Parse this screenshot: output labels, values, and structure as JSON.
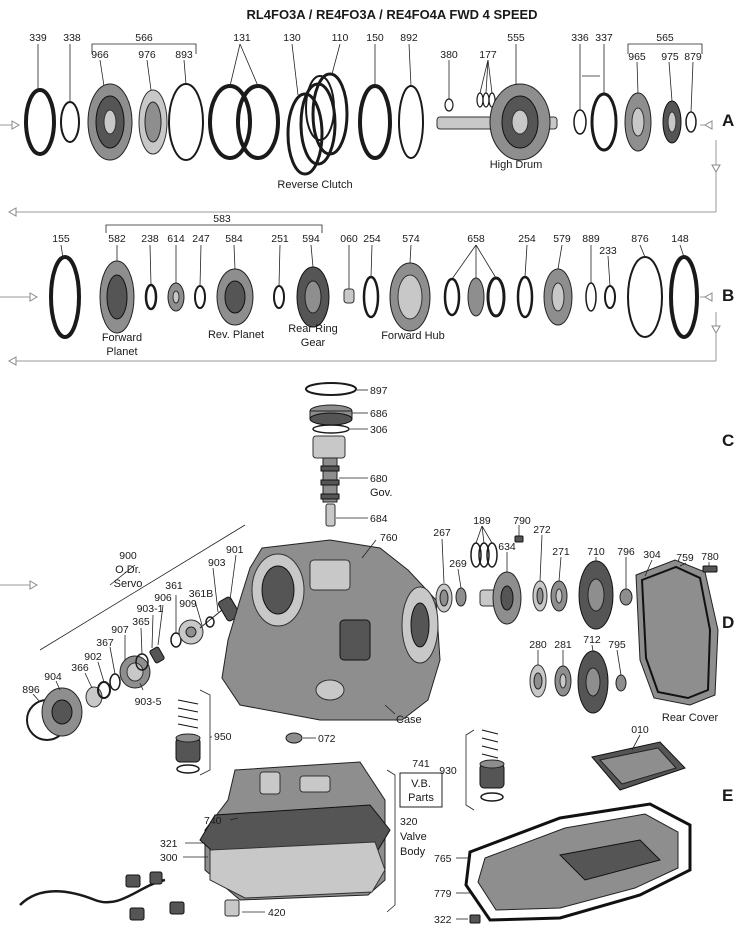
{
  "title": "RL4FO3A / RE4FO3A / RE4FO4A  FWD  4  SPEED",
  "sections": [
    "A",
    "B",
    "C",
    "D",
    "E"
  ],
  "row_a": {
    "numbers": [
      "339",
      "338",
      "566",
      "966",
      "976",
      "893",
      "131",
      "130",
      "110",
      "150",
      "892",
      "380",
      "177",
      "555",
      "336",
      "337",
      "565",
      "965",
      "975",
      "879"
    ],
    "captions": [
      "Reverse Clutch",
      "High Drum"
    ]
  },
  "row_b": {
    "numbers": [
      "583",
      "155",
      "582",
      "238",
      "614",
      "247",
      "584",
      "251",
      "594",
      "060",
      "254",
      "574",
      "658",
      "254",
      "579",
      "889",
      "233",
      "876",
      "148"
    ],
    "captions": [
      "Forward",
      "Planet",
      "Rev. Planet",
      "Rear Ring",
      "Gear",
      "Forward  Hub"
    ]
  },
  "section_c": {
    "numbers": [
      "897",
      "686",
      "306",
      "680",
      "684"
    ],
    "captions": [
      "Gov."
    ]
  },
  "section_d": {
    "numbers": [
      "900",
      "901",
      "903",
      "361",
      "361B",
      "906",
      "909",
      "903-1",
      "907",
      "365",
      "367",
      "902",
      "366",
      "904",
      "896",
      "903-5",
      "760",
      "267",
      "269",
      "189",
      "790",
      "634",
      "272",
      "271",
      "710",
      "796",
      "304",
      "759",
      "780",
      "280",
      "281",
      "712",
      "795",
      "950",
      "072"
    ],
    "captions": [
      "O.Dr.",
      "Servo",
      "Case",
      "Rear Cover"
    ]
  },
  "section_e": {
    "numbers": [
      "741",
      "930",
      "010",
      "322",
      "740",
      "320",
      "321",
      "300",
      "765",
      "779",
      "420"
    ],
    "captions": [
      "V.B.",
      "Parts",
      "Valve",
      "Body"
    ]
  }
}
